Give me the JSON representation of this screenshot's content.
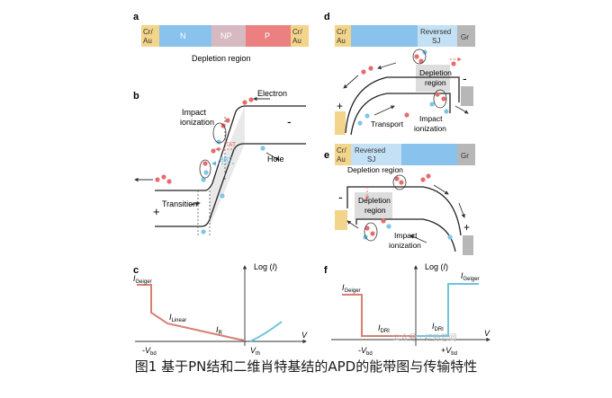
{
  "panels": {
    "a": {
      "letter": "a",
      "bar": [
        {
          "label": "Cr/\nAu",
          "color": "#f2d48a"
        },
        {
          "label": "N",
          "color": "#89c2ec"
        },
        {
          "label": "NP",
          "color": "#d7b9c2"
        },
        {
          "label": "P",
          "color": "#ec8080"
        },
        {
          "label": "Cr/\nAu",
          "color": "#f2d48a"
        }
      ],
      "caption": "Depletion region"
    },
    "b": {
      "letter": "b",
      "electron": "Electron",
      "hole": "Hole",
      "impact": "Impact\nionization",
      "tat": "TAT",
      "bbt": "BBT",
      "transition": "Transition",
      "minus": "-",
      "plus": "+"
    },
    "c": {
      "letter": "c",
      "ylabel_pre": "Log (",
      "ylabel_var": "I",
      "ylabel_post": ")",
      "xlabel": "V",
      "i_geiger_main": "I",
      "i_geiger_sub": "Geiger",
      "i_linear_main": "I",
      "i_linear_sub": "Linear",
      "i_r_main": "I",
      "i_r_sub": "R",
      "neg_vbd_pre": "-V",
      "neg_vbd_sub": "bd",
      "vth_main": "V",
      "vth_sub": "th"
    },
    "d": {
      "letter": "d",
      "bar": [
        {
          "label": "Cr/\nAu",
          "color": "#f2d48a"
        },
        {
          "label": "",
          "color": "#89c2ec"
        },
        {
          "label": "Reversed\nSJ",
          "color": "#c4e0f4"
        },
        {
          "label": "Gr",
          "color": "#b7b7b7"
        }
      ],
      "depletion": "Depletion\nregion",
      "transport": "Transport",
      "impact": "Impact\nionization",
      "plus": "+",
      "minus": "-"
    },
    "e": {
      "letter": "e",
      "bar": [
        {
          "label": "Cr/\nAu",
          "color": "#f2d48a"
        },
        {
          "label": "Reversed\nSJ",
          "color": "#c4e0f4"
        },
        {
          "label": "",
          "color": "#89c2ec"
        },
        {
          "label": "Gr",
          "color": "#b7b7b7"
        }
      ],
      "depletion_top": "Depletion region",
      "depletion": "Depletion\nregion",
      "impact": "Impact\nionization",
      "plus": "+",
      "minus": "-"
    },
    "f": {
      "letter": "f",
      "ylabel_pre": "Log (",
      "ylabel_var": "I",
      "ylabel_post": ")",
      "xlabel": "V",
      "i_geiger_main": "I",
      "i_geiger_sub": "Geiger",
      "i_dr1_main": "I",
      "i_dr1_sub": "DRI",
      "i_dr2_main": "I",
      "i_dr2_sub": "DRI",
      "neg_vbd_pre": "-V",
      "neg_vbd_sub": "bd",
      "pos_vbd_pre": "+V",
      "pos_vbd_sub": "bd"
    }
  },
  "colors": {
    "salmon": "#d97f72",
    "cyan": "#6fc3dd",
    "electron": "#e56d6d",
    "hole": "#7fc6e6",
    "dashed_red": "#e26a6a"
  },
  "watermark": "公众号 · 红外芯闻",
  "caption": "图1 基于PN结和二维肖特基结的APD的能带图与传输特性"
}
